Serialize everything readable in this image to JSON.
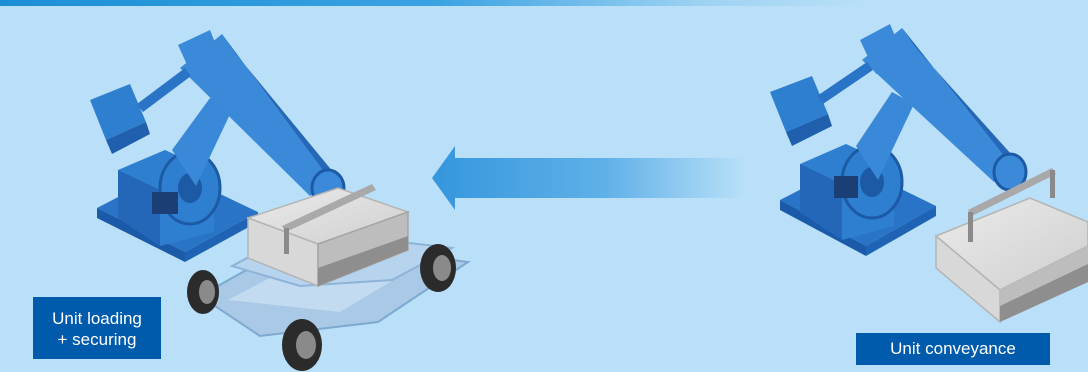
{
  "diagram": {
    "labels": {
      "left_line1": "Unit loading",
      "left_line2": "+ securing",
      "right": "Unit conveyance"
    },
    "colors": {
      "background": "#b9e0f8",
      "robot": "#2f7fd1",
      "robot_dark": "#1f5fae",
      "label_bg": "#005bac",
      "arrow": "#3d9ee0"
    },
    "icons": [
      "robot-arm-icon",
      "cart-icon",
      "unit-block-icon",
      "arrow-left-icon"
    ]
  }
}
